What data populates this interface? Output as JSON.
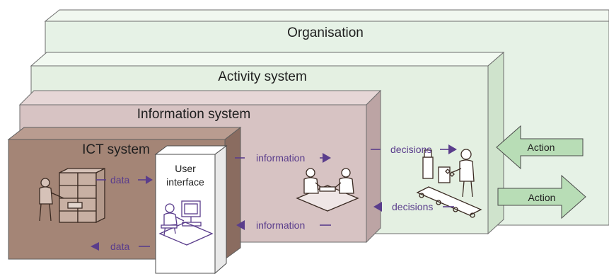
{
  "boxes": {
    "organisation": "Organisation",
    "activity": "Activity system",
    "information": "Information system",
    "ict": "ICT system"
  },
  "user_interface": {
    "line1": "User",
    "line2": "interface"
  },
  "flows": {
    "data_in": "data",
    "data_out": "data",
    "information_out": "information",
    "information_in": "information",
    "decisions_out": "decisions",
    "decisions_in": "decisions"
  },
  "actions": {
    "incoming": "Action",
    "outgoing": "Action"
  },
  "colors": {
    "organisation_fill": "#e6f2e6",
    "activity_fill": "#e4f0e2",
    "information_fill": "#d7c3c3",
    "ict_fill": "#a48576",
    "arrow_purple": "#5a3d8c",
    "action_fill": "#b8ddb6"
  },
  "icons": [
    "person-at-server-icon",
    "person-at-computer-icon",
    "meeting-people-icon",
    "conveyor-worker-icon"
  ]
}
